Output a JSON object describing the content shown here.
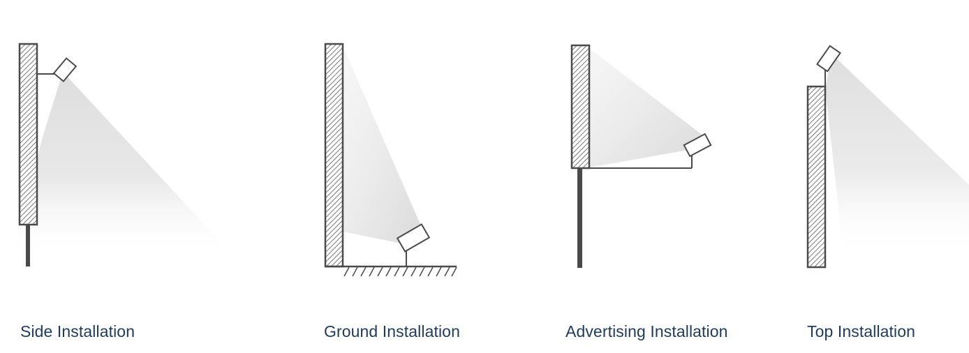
{
  "installations": [
    {
      "key": "side",
      "label": "Side Installation"
    },
    {
      "key": "ground",
      "label": "Ground Installation"
    },
    {
      "key": "advertising",
      "label": "Advertising Installation"
    },
    {
      "key": "top",
      "label": "Top Installation"
    }
  ],
  "colors": {
    "caption": "#1d3a5f",
    "structure": "#4a4a4a",
    "light_beam": "#e6e6e6"
  }
}
